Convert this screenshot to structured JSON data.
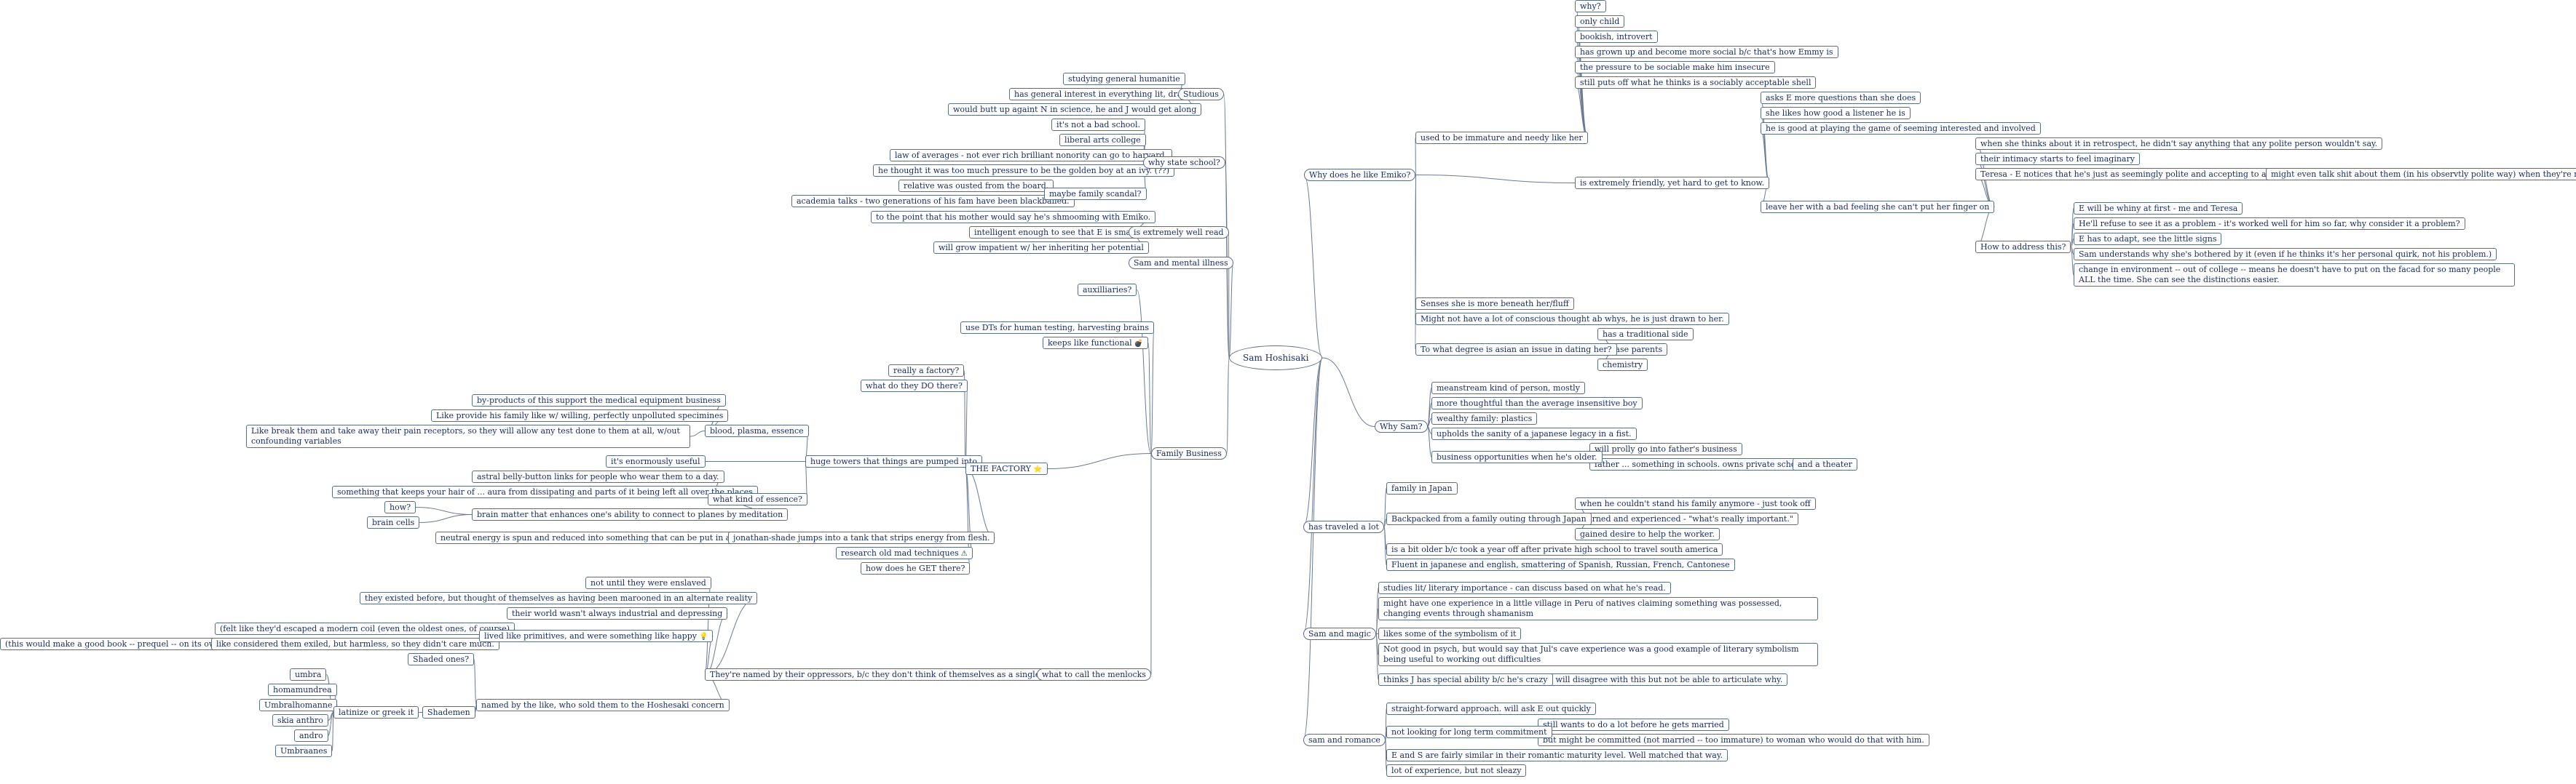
{
  "root": "Sam Hoshisaki",
  "nodes": {
    "n1": "why?",
    "n2": "only child",
    "n3": "bookish, introvert",
    "n4": "has grown up and become more social b/c that's how Emmy is",
    "n5": "the pressure to be sociable make him insecure",
    "n6": "still puts off what he thinks is a sociably acceptable shell",
    "n7": "used to be immature and needy like her",
    "n8": "asks E more questions than she does",
    "n9": "she likes how good a listener he is",
    "n10": "he is good at playing the game of seeming interested and involved",
    "n11": "when she thinks about it in retrospect, he didn't say anything that any polite person wouldn't say.",
    "n12": "their intimacy starts to feel imaginary",
    "n13": "Teresa - E notices that he's just as seemingly polite and accepting to anyone",
    "n14": "might even talk shit about them (in his observtly polite way) when they're not around.",
    "n15": "leave her with a bad feeling she can't put her finger on",
    "n16": "E will be whiny at first - me and Teresa",
    "n17": "He'll refuse to see it as a problem - it's worked well for him so far, why consider it a problem?",
    "n18": "E has to adapt, see the little signs",
    "n19": "Sam understands why she's bothered by it (even if he thinks it's her personal quirk, not his problem.)",
    "n20": "change in environment -- out of college -- means he doesn't have to put on the facad for so many people ALL the time. She can see the distinctions easier.",
    "n21": "How to address this?",
    "n22": "is extremely friendly, yet hard to get to know.",
    "n23": "Senses she is more beneath her/fluff",
    "n24": "Might not have a lot of conscious thought ab whys, he is just drawn to her.",
    "n25": "has a traditional side",
    "n26": "Please parents",
    "n27": "chemistry",
    "n28": "To what degree is asian an issue in dating her?",
    "n29": "Why does he like Emiko?",
    "n30": "meanstream kind of person, mostly",
    "n31": "more thoughtful than the average insensitive boy",
    "n32": "wealthy family: plastics",
    "n33": "upholds the sanity of a japanese legacy in a fist.",
    "n34": "will prolly go into father's business",
    "n35": "father ... something in schools. owns private school",
    "n36": "and a theater",
    "n37": "business opportunities when he's older.",
    "n38": "Why Sam?",
    "n39": "family in Japan",
    "n40": "when he couldn't stand his family anymore - just took off",
    "n41": "learned and experienced - \"what's really important.\"",
    "n42": "gained desire to help the worker.",
    "n43": "Backpacked from a family outing through Japan",
    "n44": "is a bit older b/c took a year off after private high school to travel south america",
    "n45": "Fluent in japanese and english, smattering of Spanish, Russian, French, Cantonese",
    "n46": "has traveled a lot",
    "n47": "studies lit/ literary importance - can discuss based on what he's read.",
    "n48": "might have one experience in a little village in Peru of natives claiming something was possessed, changing events through shamanism",
    "n49": "likes some of the symbolism of it",
    "n50": "Not good in psych, but would say that Jul's cave experience was a good example of literary symbolism being useful to working out difficulties",
    "n51": "E will disagree with this but not be able to articulate why.",
    "n52": "thinks J has special ability b/c he's crazy",
    "n53": "Sam and magic",
    "n54": "straight-forward approach. will ask E out quickly",
    "n55": "still wants to do a lot before he gets married",
    "n56": "but might be committed (not married -- too immature) to woman who would do that with him.",
    "n57": "not looking for long term commitment",
    "n58": "E and S are fairly similar in their romantic maturity level. Well matched that way.",
    "n59": "lot of experience, but not sleazy",
    "n60": "sam and romance",
    "s1": "studying general humanitie",
    "s2": "has general interest in everything lit, drama",
    "s3": "would butt up againt N in science, he and J would get along",
    "s4": "Studious",
    "s5": "it's not a bad school.",
    "s6": "liberal arts college",
    "s7": "law of averages - not ever rich brilliant nonority can go to harvard.",
    "s8": "he thought it was too much pressure to be the golden boy at an ivy. (??)",
    "s9": "relative was ousted from the board.",
    "s10": "academia talks - two generations of his fam have been blackballed.",
    "s11": "maybe family scandal?",
    "s12": "why state school?",
    "s13": "to the point that his mother would say he's shmooming with Emiko.",
    "s14": "intelligent enough to see that E is smart",
    "s15": "will grow impatient w/ her inheriting her potential",
    "s16": "is extremely well read",
    "s17": "Sam and mental illness",
    "f1": "auxilliaries?",
    "f2": "use DTs for human testing, harvesting brains",
    "f3": "keeps like functional",
    "f4": "really a factory?",
    "f5": "what do they DO there?",
    "f6": "by-products of this support the medical equipment business",
    "f7": "Like provide his family like w/ willing, perfectly unpolluted specimines",
    "f8": "Like break them and take away their pain receptors, so they will allow any test done to them at all, w/out confounding variables",
    "f9": "blood, plasma, essence",
    "f10": "it's enormously useful",
    "f11": "astral belly-button links for people who wear them to a day.",
    "f12": "something that keeps your hair of ... aura from dissipating and parts of it being left all over the places",
    "f13": "how?",
    "f14": "brain cells",
    "f15": "brain matter that enhances one's ability to connect to planes by meditation",
    "f16": "what kind of essence?",
    "f17": "huge towers that things are pumped into",
    "f18": "neutral energy is spun and reduced into something that can be put in a capsule.",
    "f19": "jonathan-shade jumps into a tank that strips energy from flesh.",
    "f20": "research old mad techniques",
    "f21": "how does he GET there?",
    "f22": "THE FACTORY",
    "f23": "Family Business",
    "m1": "not until they were enslaved",
    "m2": "they existed before, but thought of themselves as having been marooned in an alternate reality",
    "m3": "their world wasn't always industrial and depressing",
    "m4": "(felt like they'd escaped a modern coil (even the oldest ones, of course)",
    "m5": "(this would make a good book -- prequel -- on its own)",
    "m6": "like considered them exiled, but harmless, so they didn't care much.",
    "m7": "lived like primitives, and were something like happy",
    "m8": "Shaded ones?",
    "m9": "umbra",
    "m10": "homamundrea",
    "m11": "Umbralhomanne",
    "m12": "skia anthro",
    "m13": "andro",
    "m14": "Umbraanes",
    "m15": "latinize or greek it",
    "m16": "Shademen",
    "m17": "named by the like, who sold them to the Hoshesaki concern",
    "m18": "They're named by their oppressors, b/c they don't think of themselves as a single entity",
    "m19": "what to call the menlocks"
  },
  "icons": {
    "f3": "bomb-icon",
    "f20": "warning-icon",
    "f22": "star-icon",
    "m7": "lightbulb-icon"
  },
  "colors": {
    "line": "#6b7a92",
    "text": "#1a2e63",
    "border": "#5b6c85"
  }
}
